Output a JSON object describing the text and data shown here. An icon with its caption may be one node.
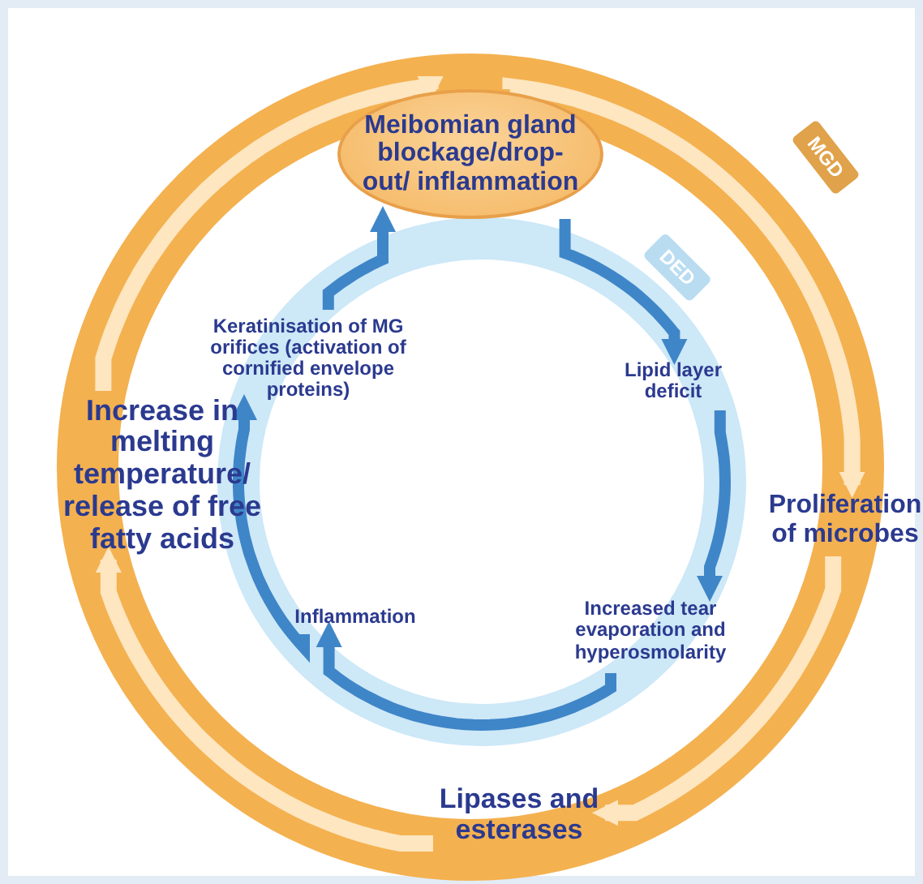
{
  "diagram": {
    "nodes": [
      {
        "text": [
          "Meibomian gland blockage/drop-out/ inflammation"
        ]
      },
      {
        "text": [
          "Proliferation of microbes"
        ]
      },
      {
        "text": [
          "Lipases and esterases"
        ]
      },
      {
        "text": [
          "Increase in melting temperature/ release of free fatty acids"
        ]
      },
      {
        "text": [
          "Lipid layer deficit"
        ]
      },
      {
        "text": [
          "Increased tear evaporation and hyperosmolarity"
        ]
      },
      {
        "text": [
          "Inflammation"
        ]
      },
      {
        "text": [
          "Keratinisation of MG orifices (activation of cornified envelope proteins)"
        ]
      }
    ],
    "edges": [
      {
        "from": 0,
        "to": 1,
        "arrow": "to",
        "color": "#fde6c0"
      },
      {
        "from": 1,
        "to": 2,
        "arrow": "to",
        "color": "#fde6c0"
      },
      {
        "from": 2,
        "to": 3,
        "arrow": "to",
        "color": "#fde6c0"
      },
      {
        "from": 3,
        "to": 0,
        "arrow": "to",
        "color": "#fde6c0"
      },
      {
        "from": 0,
        "to": 4,
        "arrow": "to"
      },
      {
        "from": 4,
        "to": 5,
        "arrow": "to"
      },
      {
        "from": 5,
        "to": 6,
        "arrow": "to"
      },
      {
        "from": 6,
        "to": 7,
        "arrow": "to"
      },
      {
        "from": 7,
        "to": 0,
        "arrow": "to"
      }
    ],
    "labels": [
      "MGD",
      "DED"
    ]
  }
}
